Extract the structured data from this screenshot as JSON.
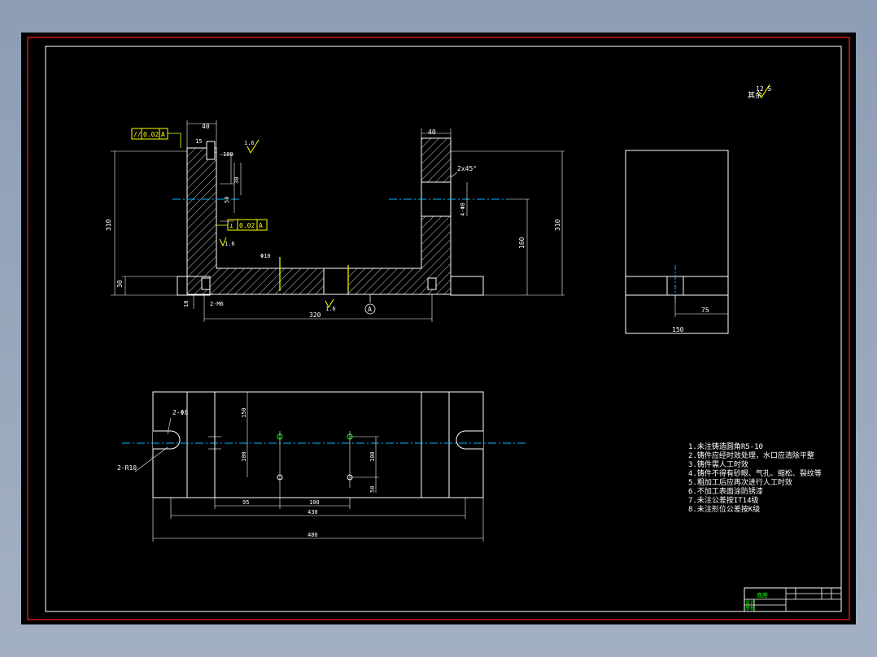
{
  "drawing": {
    "roughness_note": {
      "value": "12.5",
      "label": "其余"
    },
    "front_view": {
      "dims": {
        "top_left_width": "40",
        "top_right_width": "40",
        "left_height": "310",
        "right_height": "310",
        "bottom_height": "30",
        "inner_height": "160",
        "span": "320",
        "d1": "15",
        "d2": "100",
        "d3": "50",
        "d4": "30",
        "chamfer": "2x45°",
        "hole1": "4-Φ8",
        "hole2": "2-M6",
        "hole3": "Φ10",
        "small": "10"
      },
      "tolerances": {
        "parallel": {
          "symbol": "//",
          "value": "0.02",
          "datum": "A"
        },
        "perpendicular": {
          "symbol": "⊥",
          "value": "0.02",
          "datum": "A"
        }
      },
      "roughness": [
        "1.6",
        "1.6",
        "1.6"
      ],
      "datum_label": "A"
    },
    "side_view": {
      "dims": {
        "width": "150",
        "inner": "75"
      }
    },
    "top_view": {
      "dims": {
        "h1": "150",
        "h2": "100",
        "h3": "100",
        "h4": "50",
        "w1": "95",
        "w2": "100",
        "w3": "430",
        "w4": "480",
        "label_top": "2-Φ8",
        "label_bottom": "2-R10"
      }
    },
    "notes": [
      "1.未注铸造圆角R5-10",
      "2.铸件应经时效处理，水口应清除平整",
      "3.铸件需人工时效",
      "4.铸件不得有砂眼、气孔、缩松、裂纹等",
      "5.粗加工后应再次进行人工时效",
      "6.不加工表面涂防锈漆",
      "7.未注公差按IT14级",
      "8.未注形位公差按K级"
    ],
    "title_block": {
      "name": "底座",
      "row1": "设计",
      "row2": "审核"
    }
  }
}
